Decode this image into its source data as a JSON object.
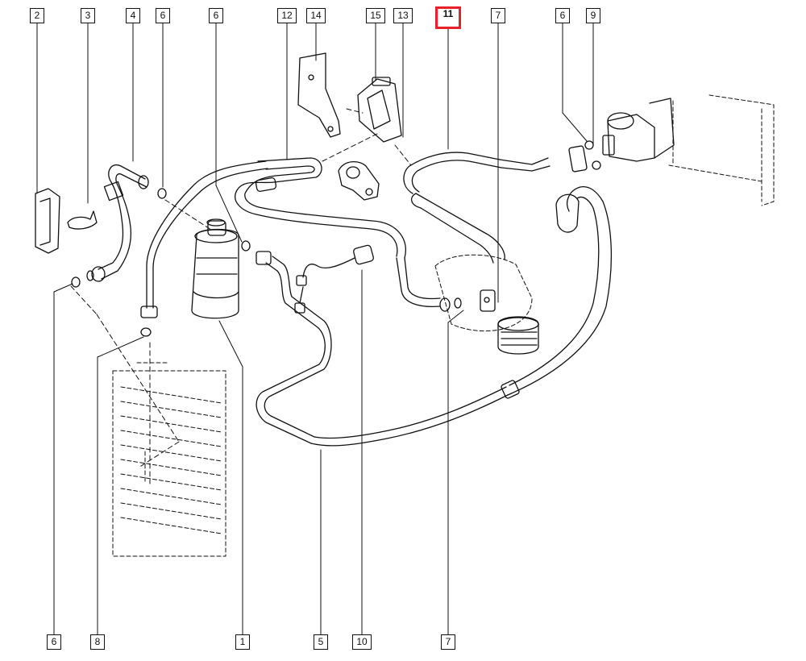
{
  "callouts": {
    "c1": "1",
    "c2": "2",
    "c3": "3",
    "c4": "4",
    "c5": "5",
    "c6a": "6",
    "c6b": "6",
    "c6c": "6",
    "c6d": "6",
    "c7a": "7",
    "c7b": "7",
    "c8": "8",
    "c9": "9",
    "c10": "10",
    "c11": "11",
    "c12": "12",
    "c13": "13",
    "c14": "14",
    "c15": "15"
  },
  "highlight": {
    "callout": "11",
    "color": "#e8202a"
  },
  "colors": {
    "line": "#111111",
    "background": "#ffffff"
  }
}
